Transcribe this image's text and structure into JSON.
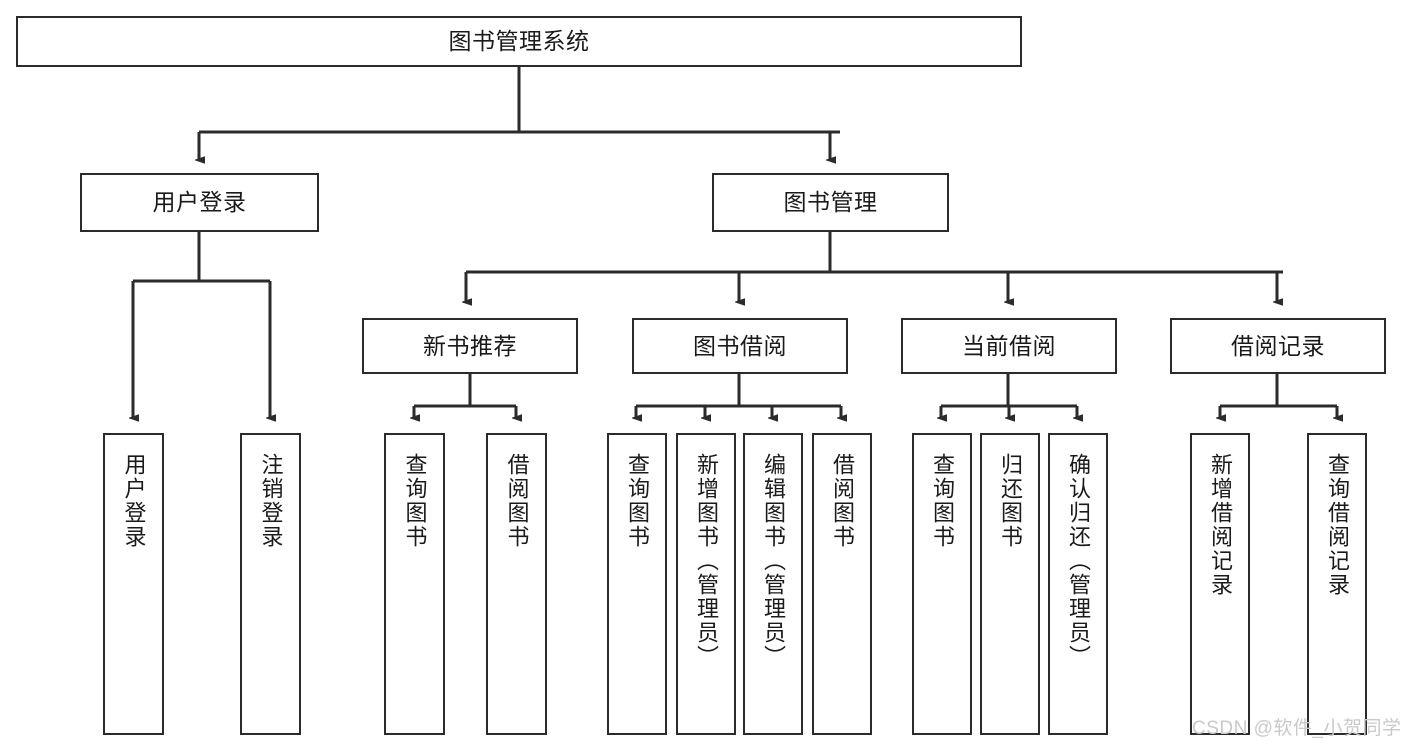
{
  "diagram": {
    "title": "图书管理系统",
    "type": "tree-hierarchy",
    "root": {
      "label": "图书管理系统"
    },
    "level1": [
      {
        "label": "用户登录"
      },
      {
        "label": "图书管理"
      }
    ],
    "level2": [
      {
        "label": "新书推荐"
      },
      {
        "label": "图书借阅"
      },
      {
        "label": "当前借阅"
      },
      {
        "label": "借阅记录"
      }
    ],
    "leaves": {
      "user_login": [
        {
          "label": "用户登录"
        },
        {
          "label": "注销登录"
        }
      ],
      "new_book_recommend": [
        {
          "label": "查询图书"
        },
        {
          "label": "借阅图书"
        }
      ],
      "book_borrow": [
        {
          "label": "查询图书"
        },
        {
          "label": "新增图书（管理员）"
        },
        {
          "label": "编辑图书（管理员）"
        },
        {
          "label": "借阅图书"
        }
      ],
      "current_borrow": [
        {
          "label": "查询图书"
        },
        {
          "label": "归还图书"
        },
        {
          "label": "确认归还（管理员）"
        }
      ],
      "borrow_record": [
        {
          "label": "新增借阅记录"
        },
        {
          "label": "查询借阅记录"
        }
      ]
    }
  },
  "watermark": {
    "text": "CSDN @软件_小贺同学"
  },
  "colors": {
    "stroke": "#2b2b2b",
    "background": "#ffffff",
    "text": "#1a1a1a",
    "watermark": "#c9c9c9"
  }
}
